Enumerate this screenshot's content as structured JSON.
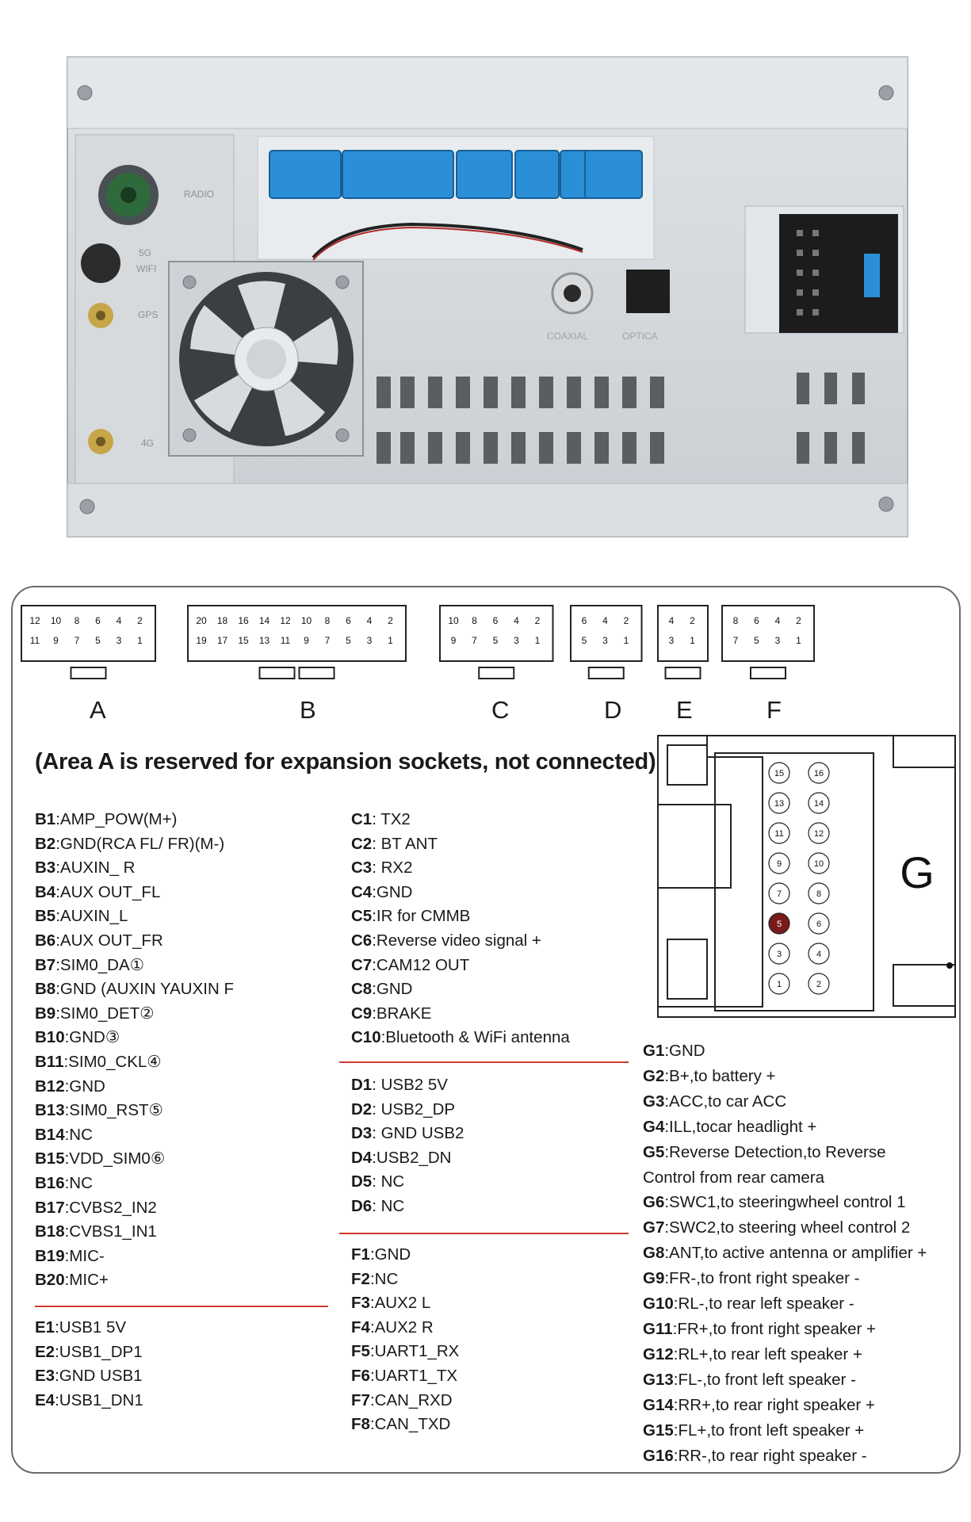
{
  "photo": {
    "labels": {
      "radio": "RADIO",
      "wifi1": "5G",
      "wifi2": "WIFI",
      "gps": "GPS",
      "lte": "4G",
      "coaxial": "COAXIAL",
      "optical": "OPTICA"
    }
  },
  "connectors": [
    {
      "name": "A",
      "top": [
        "12",
        "10",
        "8",
        "6",
        "4",
        "2"
      ],
      "bottom": [
        "11",
        "9",
        "7",
        "5",
        "3",
        "1"
      ]
    },
    {
      "name": "B",
      "top": [
        "20",
        "18",
        "16",
        "14",
        "12",
        "10",
        "8",
        "6",
        "4",
        "2"
      ],
      "bottom": [
        "19",
        "17",
        "15",
        "13",
        "11",
        "9",
        "7",
        "5",
        "3",
        "1"
      ]
    },
    {
      "name": "C",
      "top": [
        "10",
        "8",
        "6",
        "4",
        "2"
      ],
      "bottom": [
        "9",
        "7",
        "5",
        "3",
        "1"
      ]
    },
    {
      "name": "D",
      "top": [
        "6",
        "4",
        "2"
      ],
      "bottom": [
        "5",
        "3",
        "1"
      ]
    },
    {
      "name": "E",
      "top": [
        "4",
        "2"
      ],
      "bottom": [
        "3",
        "1"
      ]
    },
    {
      "name": "F",
      "top": [
        "8",
        "6",
        "4",
        "2"
      ],
      "bottom": [
        "7",
        "5",
        "3",
        "1"
      ]
    }
  ],
  "note": "(Area A is reserved for expansion sockets, not connected)",
  "pins_b": [
    {
      "id": "B1",
      "desc": ":AMP_POW(M+)"
    },
    {
      "id": "B2",
      "desc": ":GND(RCA FL/ FR)(M-)"
    },
    {
      "id": "B3",
      "desc": ":AUXIN_ R"
    },
    {
      "id": "B4",
      "desc": ":AUX OUT_FL"
    },
    {
      "id": "B5",
      "desc": ":AUXIN_L"
    },
    {
      "id": "B6",
      "desc": ":AUX OUT_FR"
    },
    {
      "id": "B7",
      "desc": ":SIM0_DA①"
    },
    {
      "id": "B8",
      "desc": ":GND (AUXIN YAUXIN F"
    },
    {
      "id": "B9",
      "desc": ":SIM0_DET②"
    },
    {
      "id": "B10",
      "desc": ":GND③"
    },
    {
      "id": "B11",
      "desc": ":SIM0_CKL④"
    },
    {
      "id": "B12",
      "desc": ":GND"
    },
    {
      "id": "B13",
      "desc": ":SIM0_RST⑤"
    },
    {
      "id": "B14",
      "desc": ":NC"
    },
    {
      "id": "B15",
      "desc": ":VDD_SIM0⑥"
    },
    {
      "id": "B16",
      "desc": ":NC"
    },
    {
      "id": "B17",
      "desc": ":CVBS2_IN2"
    },
    {
      "id": "B18",
      "desc": ":CVBS1_IN1"
    },
    {
      "id": "B19",
      "desc": ":MIC-"
    },
    {
      "id": "B20",
      "desc": ":MIC+"
    }
  ],
  "pins_e": [
    {
      "id": "E1",
      "desc": ":USB1 5V"
    },
    {
      "id": "E2",
      "desc": ":USB1_DP1"
    },
    {
      "id": "E3",
      "desc": ":GND USB1"
    },
    {
      "id": "E4",
      "desc": ":USB1_DN1"
    }
  ],
  "pins_c": [
    {
      "id": "C1",
      "desc": ": TX2"
    },
    {
      "id": "C2",
      "desc": ": BT ANT"
    },
    {
      "id": "C3",
      "desc": ": RX2"
    },
    {
      "id": "C4",
      "desc": ":GND"
    },
    {
      "id": "C5",
      "desc": ":IR for CMMB"
    },
    {
      "id": "C6",
      "desc": ":Reverse video signal +"
    },
    {
      "id": "C7",
      "desc": ":CAM12 OUT"
    },
    {
      "id": "C8",
      "desc": ":GND"
    },
    {
      "id": "C9",
      "desc": ":BRAKE"
    },
    {
      "id": "C10",
      "desc": ":Bluetooth & WiFi antenna"
    }
  ],
  "pins_d": [
    {
      "id": "D1",
      "desc": ": USB2 5V"
    },
    {
      "id": "D2",
      "desc": ": USB2_DP"
    },
    {
      "id": "D3",
      "desc": ": GND USB2"
    },
    {
      "id": "D4",
      "desc": ":USB2_DN"
    },
    {
      "id": "D5",
      "desc": ": NC"
    },
    {
      "id": "D6",
      "desc": ": NC"
    }
  ],
  "pins_f": [
    {
      "id": "F1",
      "desc": ":GND"
    },
    {
      "id": "F2",
      "desc": ":NC"
    },
    {
      "id": "F3",
      "desc": ":AUX2 L"
    },
    {
      "id": "F4",
      "desc": ":AUX2 R"
    },
    {
      "id": "F5",
      "desc": ":UART1_RX"
    },
    {
      "id": "F6",
      "desc": ":UART1_TX"
    },
    {
      "id": "F7",
      "desc": ":CAN_RXD"
    },
    {
      "id": "F8",
      "desc": ":CAN_TXD"
    }
  ],
  "g_connector": {
    "label": "G",
    "pins_left": [
      "15",
      "13",
      "11",
      "9",
      "7",
      "5",
      "3",
      "1"
    ],
    "pins_right": [
      "16",
      "14",
      "12",
      "10",
      "8",
      "6",
      "4",
      "2"
    ],
    "highlight_pin": "5",
    "highlight_color": "#7a1a1a"
  },
  "pins_g": [
    {
      "id": "G1",
      "desc": ":GND"
    },
    {
      "id": "G2",
      "desc": ":B+,to battery +"
    },
    {
      "id": "G3",
      "desc": ":ACC,to car ACC"
    },
    {
      "id": "G4",
      "desc": ":ILL,tocar headlight +"
    },
    {
      "id": "G5",
      "desc": ":Reverse Detection,to Reverse"
    },
    {
      "id": "",
      "desc": "Control from rear camera"
    },
    {
      "id": "G6",
      "desc": ":SWC1,to steeringwheel control 1"
    },
    {
      "id": "G7",
      "desc": ":SWC2,to steering wheel control 2"
    },
    {
      "id": "G8",
      "desc": ":ANT,to active antenna or amplifier +"
    },
    {
      "id": "G9",
      "desc": ":FR-,to front right speaker -"
    },
    {
      "id": "G10",
      "desc": ":RL-,to rear left speaker -"
    },
    {
      "id": "G11",
      "desc": ":FR+,to front right speaker +"
    },
    {
      "id": "G12",
      "desc": ":RL+,to rear left speaker +"
    },
    {
      "id": "G13",
      "desc": ":FL-,to front left speaker -"
    },
    {
      "id": "G14",
      "desc": ":RR+,to rear right speaker +"
    },
    {
      "id": "G15",
      "desc": ":FL+,to front left speaker +"
    },
    {
      "id": "G16",
      "desc": ":RR-,to rear right speaker -"
    }
  ],
  "colors": {
    "separator": "#d0392b",
    "blue_connector": "#2a8fd6",
    "green_connector": "#2f6a3c"
  }
}
